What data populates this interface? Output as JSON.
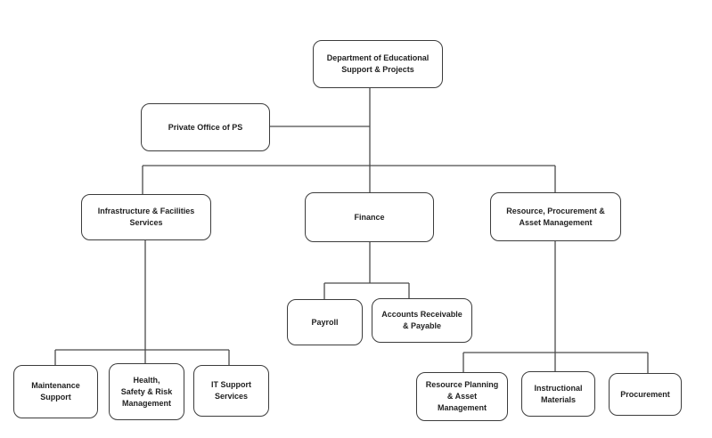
{
  "diagram": {
    "type": "org-chart",
    "background_color": "#ffffff",
    "line_color": "#4a4a4a",
    "box_border_color": "#3c3c3c",
    "text_color": "#1f1f1f",
    "nodes": {
      "dept": {
        "label": "Department of Educational\nSupport & Projects"
      },
      "private_office": {
        "label": "Private Office of PS"
      },
      "infrastructure": {
        "label": "Infrastructure & Facilities\nServices"
      },
      "finance": {
        "label": "Finance"
      },
      "resource_mgmt": {
        "label": "Resource, Procurement &\nAsset Management"
      },
      "payroll": {
        "label": "Payroll"
      },
      "accounts": {
        "label": "Accounts Receivable\n& Payable"
      },
      "maintenance": {
        "label": "Maintenance\nSupport"
      },
      "health": {
        "label": "Health,\nSafety & Risk\nManagement"
      },
      "it_support": {
        "label": "IT Support\nServices"
      },
      "resource_planning": {
        "label": "Resource Planning\n& Asset\nManagement"
      },
      "instructional": {
        "label": "Instructional\nMaterials"
      },
      "procurement": {
        "label": "Procurement"
      }
    },
    "edges": [
      {
        "from": "dept",
        "to": "private_office"
      },
      {
        "from": "dept",
        "to": "infrastructure"
      },
      {
        "from": "dept",
        "to": "finance"
      },
      {
        "from": "dept",
        "to": "resource_mgmt"
      },
      {
        "from": "finance",
        "to": "payroll"
      },
      {
        "from": "finance",
        "to": "accounts"
      },
      {
        "from": "infrastructure",
        "to": "maintenance"
      },
      {
        "from": "infrastructure",
        "to": "health"
      },
      {
        "from": "infrastructure",
        "to": "it_support"
      },
      {
        "from": "resource_mgmt",
        "to": "resource_planning"
      },
      {
        "from": "resource_mgmt",
        "to": "instructional"
      },
      {
        "from": "resource_mgmt",
        "to": "procurement"
      }
    ]
  }
}
